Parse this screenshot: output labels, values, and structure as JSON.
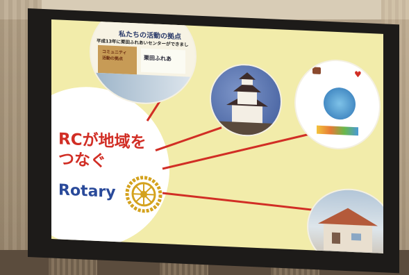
{
  "slide": {
    "main_text_line1": "RCが地域を",
    "main_text_line2": "つなぐ",
    "rotary_text": "Rotary",
    "activity_caption_line1": "私たちの活動の拠点",
    "activity_caption_line2": "平成13年に栗田ふれあいセンターができまし",
    "community_label_line1": "コミュニティ",
    "community_label_line2": "活動の拠点",
    "center_sign": "栗田ふれあ",
    "colors": {
      "slide_bg": "#f2ecaa",
      "accent_red": "#d12e25",
      "rotary_blue": "#2a4a9a",
      "gold": "#d4a21e"
    }
  }
}
